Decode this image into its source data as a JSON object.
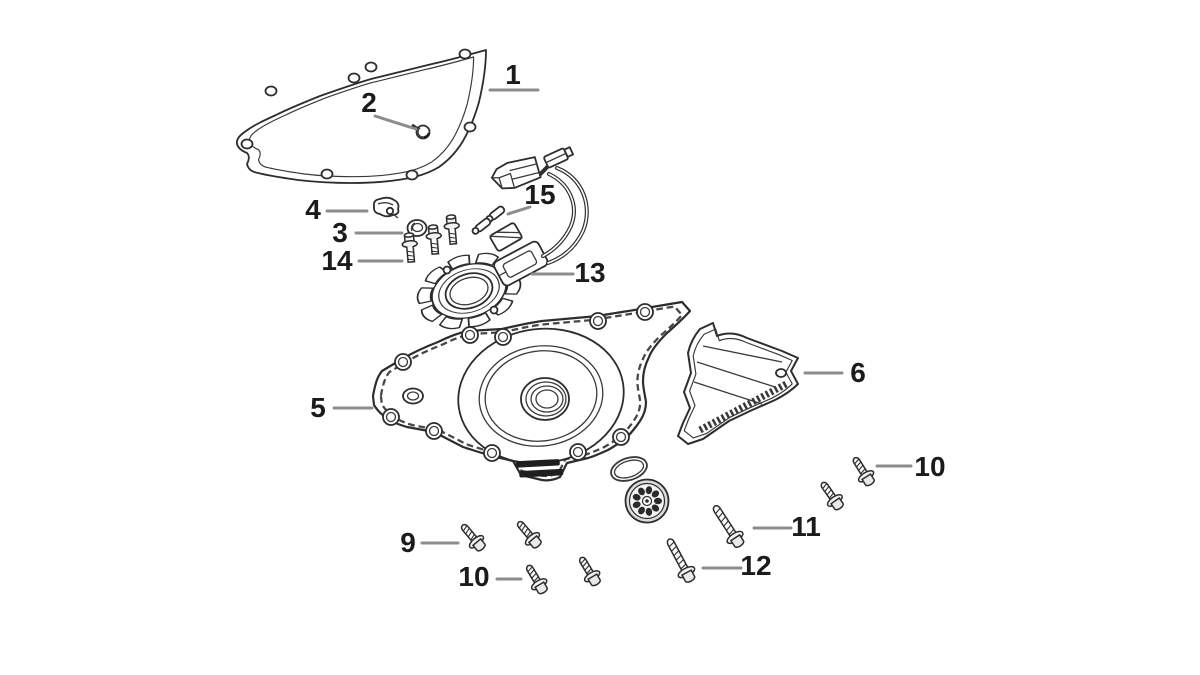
{
  "figure": {
    "type": "exploded-parts-diagram",
    "background_color": "#ffffff",
    "line_color": "#2d2d2d",
    "leader_color": "#8c8c8c",
    "label_color": "#1b1b1b",
    "callouts": [
      {
        "ref": "1"
      },
      {
        "ref": "2"
      },
      {
        "ref": "4"
      },
      {
        "ref": "3"
      },
      {
        "ref": "14"
      },
      {
        "ref": "15"
      },
      {
        "ref": "13"
      },
      {
        "ref": "5"
      },
      {
        "ref": "6"
      },
      {
        "ref": "10"
      },
      {
        "ref": "9"
      },
      {
        "ref": "10"
      },
      {
        "ref": "11"
      },
      {
        "ref": "12"
      }
    ]
  }
}
